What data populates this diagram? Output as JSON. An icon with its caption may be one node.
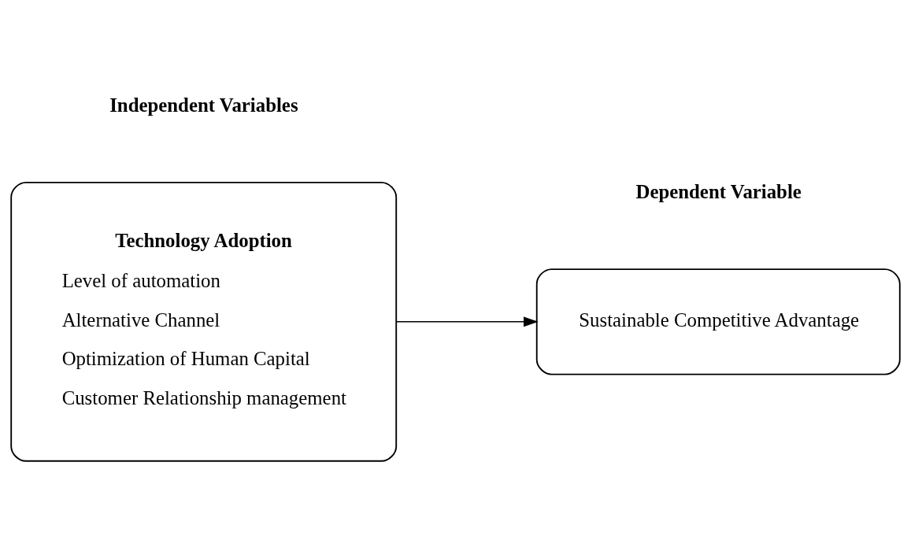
{
  "diagram": {
    "nodes": [
      {
        "text": [
          "Technology Adoption",
          "Level of automation",
          "Alternative Channel",
          "Optimization of Human Capital",
          "Customer Relationship management"
        ]
      },
      {
        "text": [
          "Sustainable Competitive Advantage"
        ]
      }
    ],
    "edges": [
      {
        "from": 0,
        "to": 1,
        "arrow": "to"
      }
    ],
    "labels": [
      "Independent Variables",
      "Dependent Variable"
    ]
  }
}
